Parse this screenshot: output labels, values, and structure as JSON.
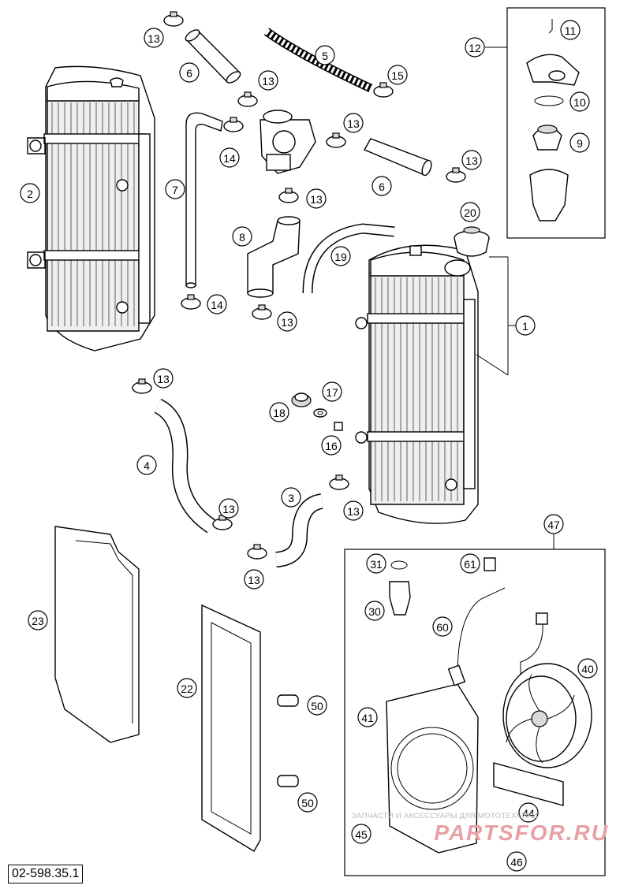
{
  "diagram_number": "02-598.35.1",
  "watermark": {
    "caption": "ЗАПЧАСТИ И АКСЕССУАРЫ ДЛЯ МОТОТЕХНИКИ",
    "brand": "PARTSFOR.RU"
  },
  "callouts": [
    {
      "id": "c13a",
      "label": "13"
    },
    {
      "id": "c6a",
      "label": "6"
    },
    {
      "id": "c5",
      "label": "5"
    },
    {
      "id": "c13b",
      "label": "13"
    },
    {
      "id": "c15",
      "label": "15"
    },
    {
      "id": "c12",
      "label": "12"
    },
    {
      "id": "c11",
      "label": "11"
    },
    {
      "id": "c10",
      "label": "10"
    },
    {
      "id": "c9",
      "label": "9"
    },
    {
      "id": "c2",
      "label": "2"
    },
    {
      "id": "c7",
      "label": "7"
    },
    {
      "id": "c14a",
      "label": "14"
    },
    {
      "id": "c13c",
      "label": "13"
    },
    {
      "id": "c6b",
      "label": "6"
    },
    {
      "id": "c13d",
      "label": "13"
    },
    {
      "id": "c13e",
      "label": "13"
    },
    {
      "id": "c20",
      "label": "20"
    },
    {
      "id": "c8",
      "label": "8"
    },
    {
      "id": "c19",
      "label": "19"
    },
    {
      "id": "c14b",
      "label": "14"
    },
    {
      "id": "c13f",
      "label": "13"
    },
    {
      "id": "c1",
      "label": "1"
    },
    {
      "id": "c13g",
      "label": "13"
    },
    {
      "id": "c17",
      "label": "17"
    },
    {
      "id": "c18",
      "label": "18"
    },
    {
      "id": "c16",
      "label": "16"
    },
    {
      "id": "c4",
      "label": "4"
    },
    {
      "id": "c3",
      "label": "3"
    },
    {
      "id": "c13h",
      "label": "13"
    },
    {
      "id": "c13i",
      "label": "13"
    },
    {
      "id": "c13j",
      "label": "13"
    },
    {
      "id": "c47",
      "label": "47"
    },
    {
      "id": "c31",
      "label": "31"
    },
    {
      "id": "c61",
      "label": "61"
    },
    {
      "id": "c30",
      "label": "30"
    },
    {
      "id": "c60",
      "label": "60"
    },
    {
      "id": "c23",
      "label": "23"
    },
    {
      "id": "c40",
      "label": "40"
    },
    {
      "id": "c22",
      "label": "22"
    },
    {
      "id": "c50a",
      "label": "50"
    },
    {
      "id": "c41",
      "label": "41"
    },
    {
      "id": "c50b",
      "label": "50"
    },
    {
      "id": "c44",
      "label": "44"
    },
    {
      "id": "c45",
      "label": "45"
    },
    {
      "id": "c46",
      "label": "46"
    }
  ]
}
